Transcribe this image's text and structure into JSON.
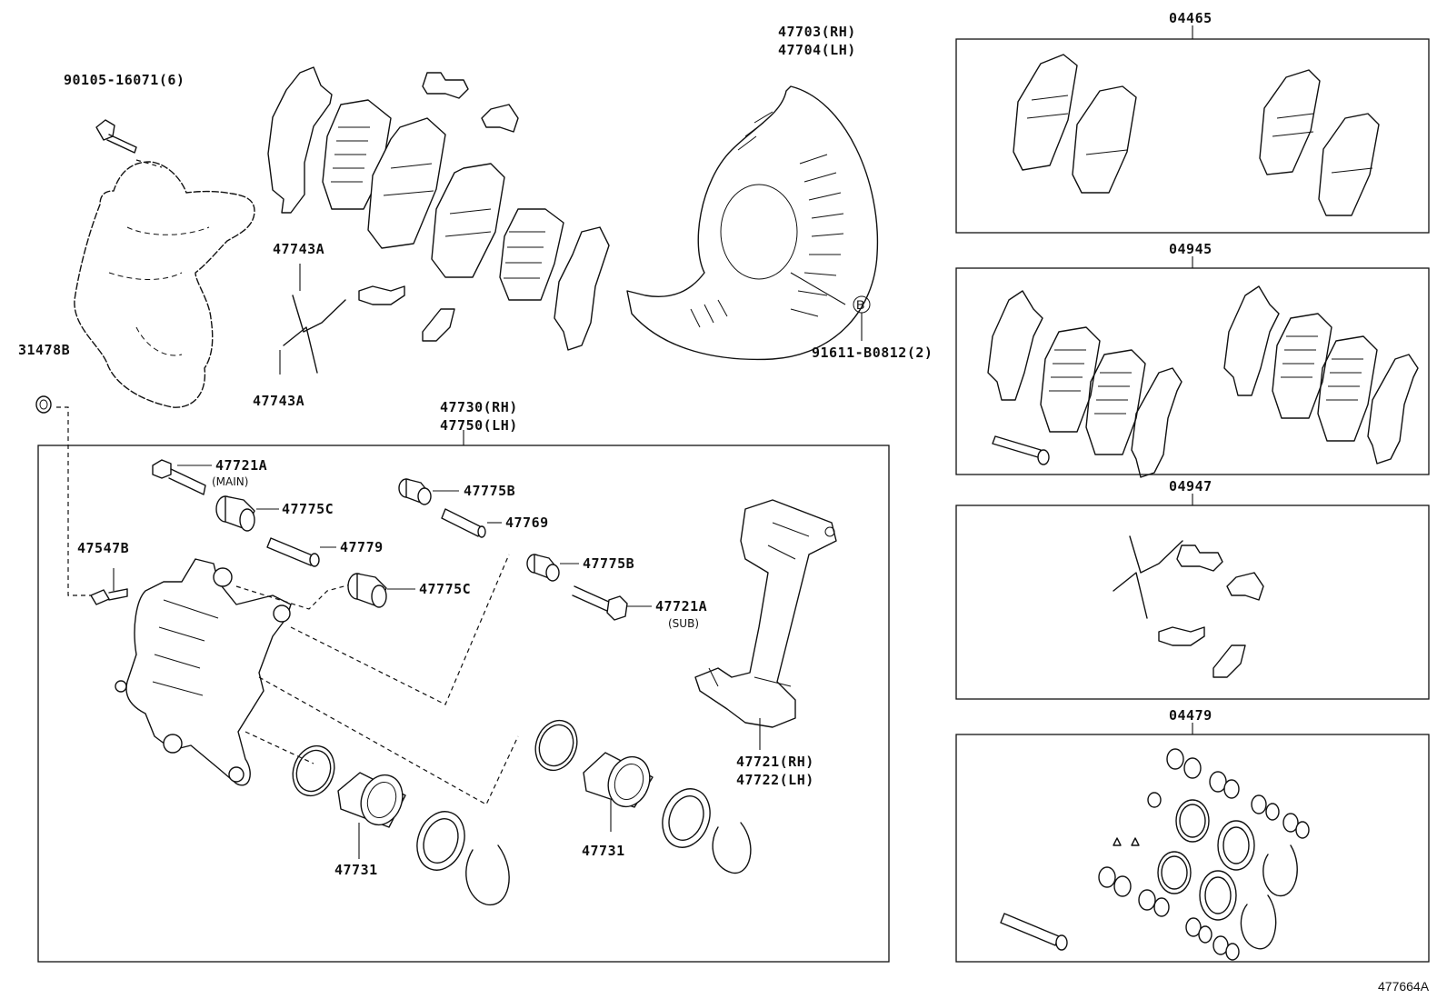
{
  "diagram_ref": "477664A",
  "labels": {
    "bolt": "90105-16071(6)",
    "dust_shield_rh": "47703(RH)",
    "dust_shield_lh": "47704(LH)",
    "anti_squeal_a1": "47743A",
    "anti_squeal_a2": "47743A",
    "cap": "31478B",
    "screw": "91611-B0812(2)",
    "circle_b": "B",
    "caliper_rh": "47730(RH)",
    "caliper_lh": "47750(LH)",
    "pin_main": "47721A",
    "pin_main_note": "(MAIN)",
    "boot_c1": "47775C",
    "boot_b1": "47775B",
    "sleeve": "47769",
    "bleeder": "47547B",
    "pin_47779": "47779",
    "boot_b2": "47775B",
    "boot_c2": "47775C",
    "pin_sub": "47721A",
    "pin_sub_note": "(SUB)",
    "mounting_rh": "47721(RH)",
    "mounting_lh": "47722(LH)",
    "piston1": "47731",
    "piston2": "47731"
  },
  "kits": [
    {
      "code": "04465"
    },
    {
      "code": "04945"
    },
    {
      "code": "04947"
    },
    {
      "code": "04479"
    }
  ]
}
